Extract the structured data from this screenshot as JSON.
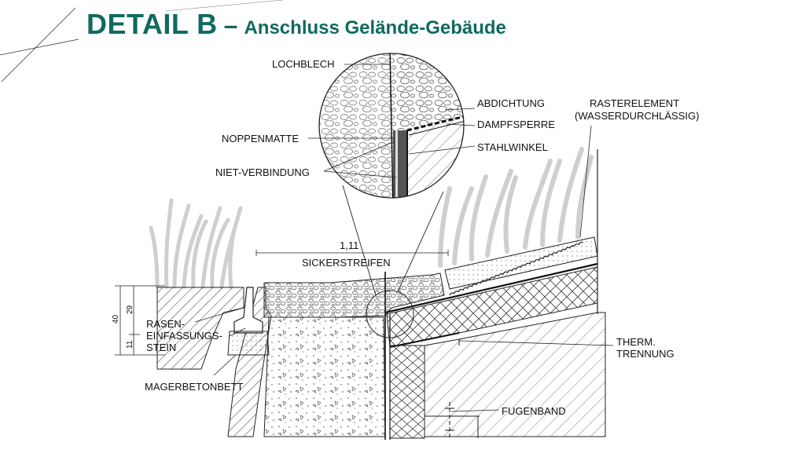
{
  "colors": {
    "title": "#0f6a5f",
    "line": "#1a1a1a",
    "grass": "#cfcfcf",
    "hatch": "#333333"
  },
  "title": {
    "main": "DETAIL B",
    "dash": "–",
    "sub": "Anschluss Gelände-Gebäude"
  },
  "labels": {
    "lochblech": "LOCHBLECH",
    "abdichtung": "ABDICHTUNG",
    "dampfsperre": "DAMPFSPERRE",
    "stahlwinkel": "STAHLWINKEL",
    "noppenmatte": "NOPPENMATTE",
    "niet": "NIET-VERBINDUNG",
    "raster1": "RASTERELEMENT",
    "raster2": "(WASSERDURCHLÄSSIG)",
    "sicker_dim": "1,11",
    "sicker": "SICKERSTREIFEN",
    "rasen1": "RASEN-",
    "rasen2": "EINFASSUNGS-",
    "rasen3": "STEIN",
    "magerbeton": "MAGERBETONBETT",
    "therm1": "THERM.",
    "therm2": "TRENNUNG",
    "fugenband": "FUGENBAND"
  },
  "dims": {
    "d40": "40",
    "d29": "29",
    "d11": "11"
  }
}
